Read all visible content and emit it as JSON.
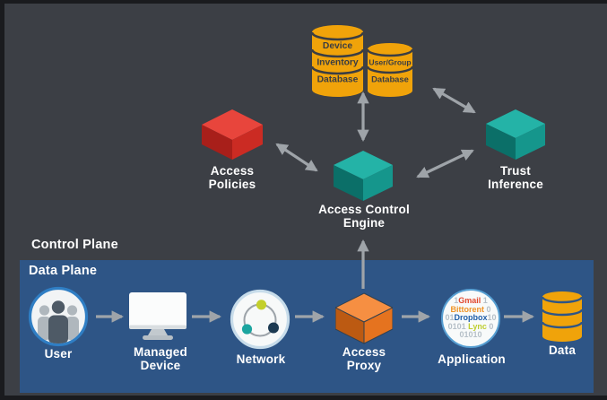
{
  "colors": {
    "background": "#3C3F45",
    "edge": "#1A1B1E",
    "data_plane_bg": "#2E5586",
    "arrow": "#9FA4A9",
    "label_text": "#FFFFFF",
    "db_gold": "#F0A30A",
    "db_band_line": "#3A3D43",
    "db_text": "#3A3D43",
    "red_top": "#E8453C",
    "red_left": "#A81F1A",
    "red_right": "#CB2B23",
    "teal_top": "#24B3A7",
    "teal_left": "#0B6F68",
    "teal_right": "#15968C",
    "orange_top": "#F68F42",
    "orange_left": "#BC5A12",
    "orange_right": "#E5731F",
    "user_ring": "#2F7EC4",
    "network_ring": "#C7DCEA",
    "app_ring": "#579FD2",
    "person_dark": "#4E5A66",
    "person_light": "#AFB7BD",
    "monitor_white": "#FBFCFC",
    "monitor_stand": "#C2C9CE",
    "dot_green": "#C3CF2C",
    "dot_teal": "#1CA5A0",
    "dot_navy": "#1C3A52"
  },
  "control_plane": {
    "label": "Control Plane"
  },
  "data_plane": {
    "label": "Data Plane"
  },
  "nodes": {
    "device_inventory_db": {
      "bands": [
        "Device",
        "Inventory",
        "Database"
      ]
    },
    "user_group_db": {
      "bands": [
        "User/Group",
        "Database"
      ]
    },
    "access_policies": {
      "label": "Access\nPolicies"
    },
    "access_control_engine": {
      "label": "Access Control\nEngine"
    },
    "trust_inference": {
      "label": "Trust\nInference"
    },
    "user": {
      "label": "User"
    },
    "managed_device": {
      "label": "Managed\nDevice"
    },
    "network": {
      "label": "Network"
    },
    "access_proxy": {
      "label": "Access\nProxy"
    },
    "application": {
      "label": "Application",
      "code_lines": [
        {
          "pre": "1",
          "brand": "Gmail",
          "post": " 1"
        },
        {
          "pre": "",
          "brand": "Bittorent",
          "post": " 0"
        },
        {
          "pre": "01",
          "brand": "Dropbox",
          "post": "10"
        },
        {
          "pre": "0101 ",
          "brand": "Lync",
          "post": " 0"
        },
        {
          "pre": "01010",
          "brand": "",
          "post": ""
        }
      ]
    },
    "data": {
      "label": "Data"
    }
  }
}
